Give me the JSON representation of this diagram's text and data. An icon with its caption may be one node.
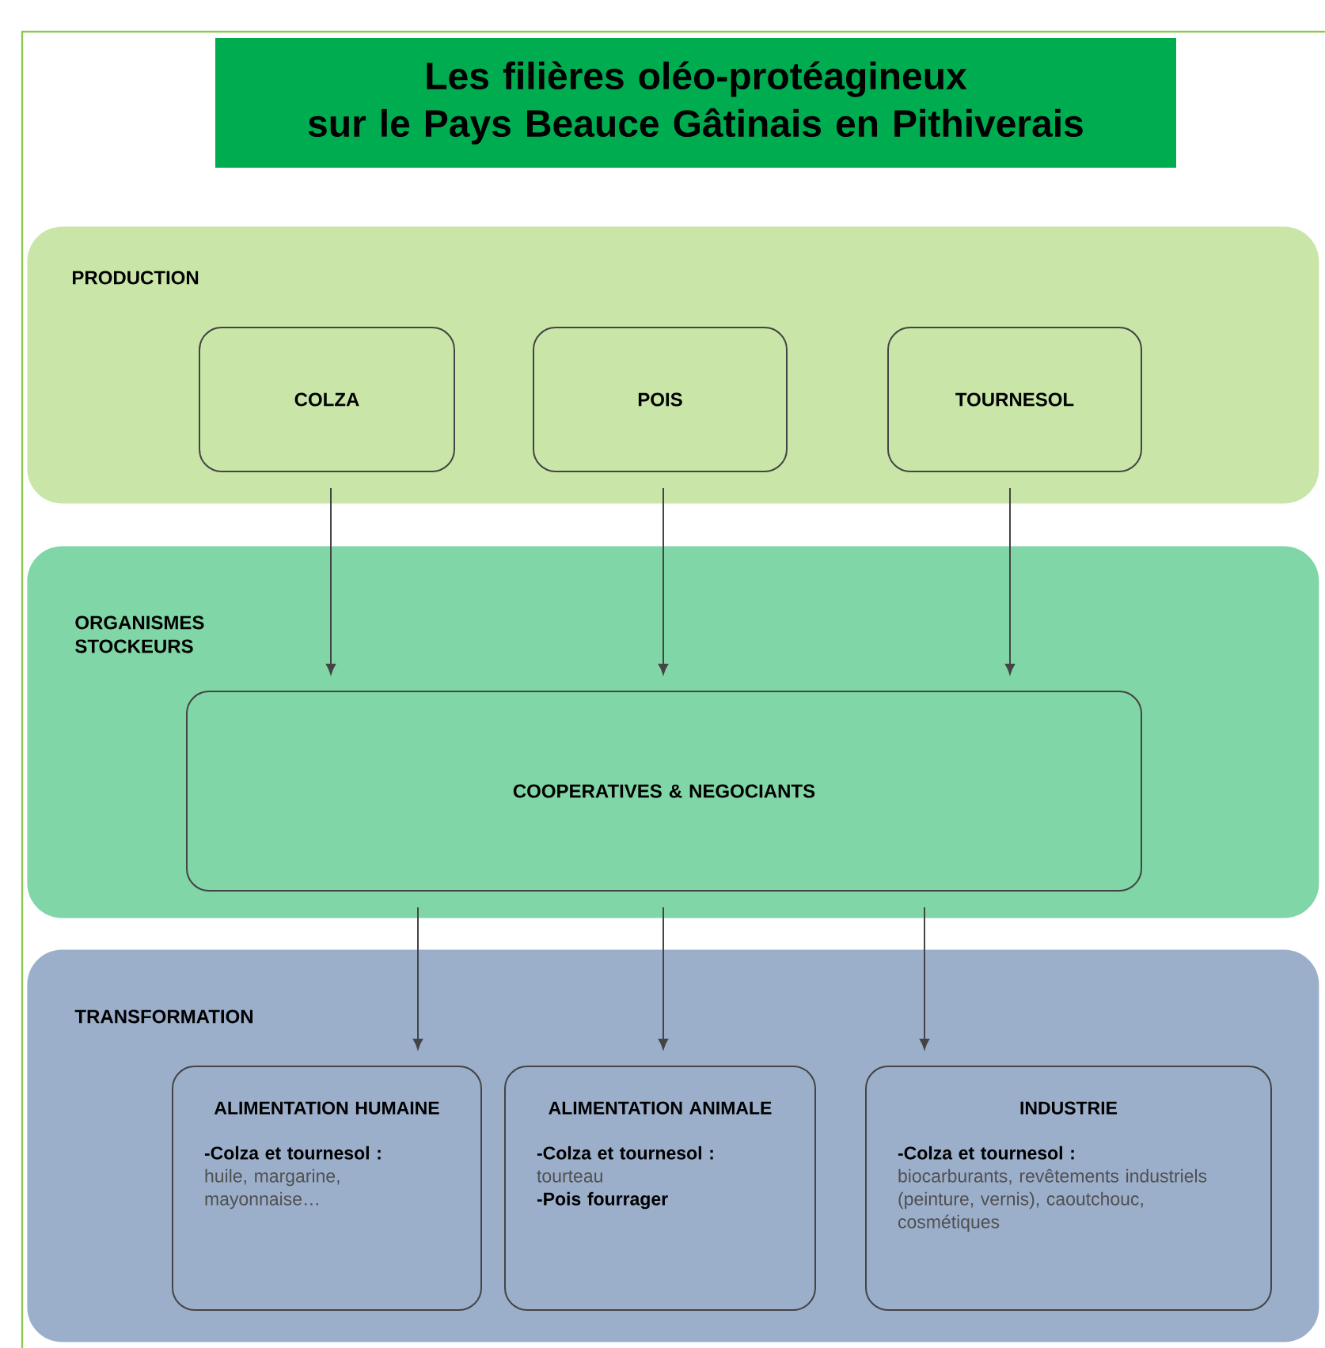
{
  "diagram": {
    "title": "Les filières oléo-protéagineux sur le Pays Beauce Gâtinais en Pithiverais",
    "nodes": [
      {
        "text": [
          "PRODUCTION"
        ]
      },
      {
        "text": [
          "COLZA"
        ],
        "in": 0
      },
      {
        "text": [
          "POIS"
        ],
        "in": 0
      },
      {
        "text": [
          "TOURNESOL"
        ],
        "in": 0
      },
      {
        "text": [
          "ORGANISMES STOCKEURS"
        ]
      },
      {
        "text": [
          "COOPERATIVES & NEGOCIANTS"
        ],
        "in": 4
      },
      {
        "text": [
          "TRANSFORMATION"
        ]
      },
      {
        "text": [
          "ALIMENTATION HUMAINE",
          "-Colza et tournesol :",
          "huile, margarine, mayonnaise…"
        ],
        "in": 6
      },
      {
        "text": [
          "ALIMENTATION ANIMALE",
          "-Colza et tournesol :",
          "tourteau",
          "-Pois fourrager"
        ],
        "in": 6
      },
      {
        "text": [
          "INDUSTRIE",
          "-Colza et tournesol :",
          "biocarburants, revêtements industriels (peinture, vernis), caoutchouc, cosmétiques"
        ],
        "in": 6
      }
    ],
    "edges": [
      {
        "from": 1,
        "to": 5,
        "arrow": "to"
      },
      {
        "from": 2,
        "to": 5,
        "arrow": "to"
      },
      {
        "from": 3,
        "to": 5,
        "arrow": "to"
      },
      {
        "from": 5,
        "to": 7,
        "arrow": "to"
      },
      {
        "from": 5,
        "to": 8,
        "arrow": "to"
      },
      {
        "from": 5,
        "to": 9,
        "arrow": "to"
      }
    ]
  }
}
